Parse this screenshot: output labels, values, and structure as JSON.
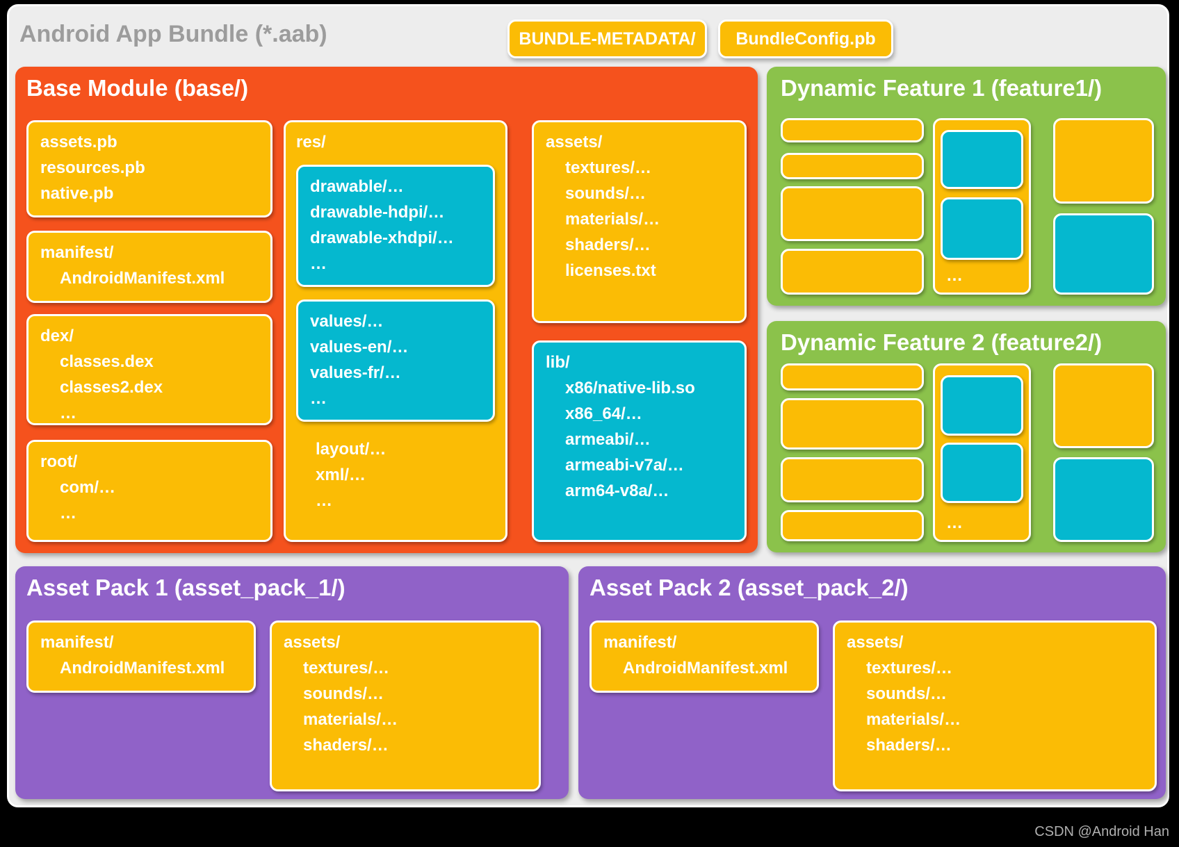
{
  "page": {
    "title": "Android App Bundle (*.aab)",
    "watermark": "CSDN @Android Han"
  },
  "colors": {
    "background": "#000000",
    "canvas": "#EDEDED",
    "orange": "#F5521D",
    "yellow": "#FBBC05",
    "cyan": "#05B8CF",
    "green": "#8BC24B",
    "purple": "#9062C8",
    "title_gray": "#9C9C9C"
  },
  "chips": [
    {
      "label": "BUNDLE-METADATA/"
    },
    {
      "label": "BundleConfig.pb"
    }
  ],
  "base": {
    "title": "Base Module (base/)",
    "boxes": {
      "pb": [
        "assets.pb",
        "resources.pb",
        "native.pb"
      ],
      "manifest": [
        "manifest/",
        "AndroidManifest.xml"
      ],
      "dex": [
        "dex/",
        "classes.dex",
        "classes2.dex",
        "…"
      ],
      "root": [
        "root/",
        "com/…",
        "…"
      ],
      "res_label": "res/",
      "drawable": [
        "drawable/…",
        "drawable-hdpi/…",
        "drawable-xhdpi/…",
        "…"
      ],
      "values": [
        "values/…",
        "values-en/…",
        "values-fr/…",
        "…"
      ],
      "res_tail": [
        "layout/…",
        "xml/…",
        "…"
      ],
      "assets": [
        "assets/",
        "textures/…",
        "sounds/…",
        "materials/…",
        "shaders/…",
        "licenses.txt"
      ],
      "lib": [
        "lib/",
        "x86/native-lib.so",
        "x86_64/…",
        "armeabi/…",
        "armeabi-v7a/…",
        "arm64-v8a/…"
      ]
    }
  },
  "dynamic_features": [
    {
      "title": "Dynamic Feature 1 (feature1/)",
      "more": "…"
    },
    {
      "title": "Dynamic Feature 2 (feature2/)",
      "more": "…"
    }
  ],
  "asset_packs": [
    {
      "title": "Asset Pack 1 (asset_pack_1/)",
      "manifest": [
        "manifest/",
        "AndroidManifest.xml"
      ],
      "assets": [
        "assets/",
        "textures/…",
        "sounds/…",
        "materials/…",
        "shaders/…"
      ]
    },
    {
      "title": "Asset Pack 2 (asset_pack_2/)",
      "manifest": [
        "manifest/",
        "AndroidManifest.xml"
      ],
      "assets": [
        "assets/",
        "textures/…",
        "sounds/…",
        "materials/…",
        "shaders/…"
      ]
    }
  ]
}
